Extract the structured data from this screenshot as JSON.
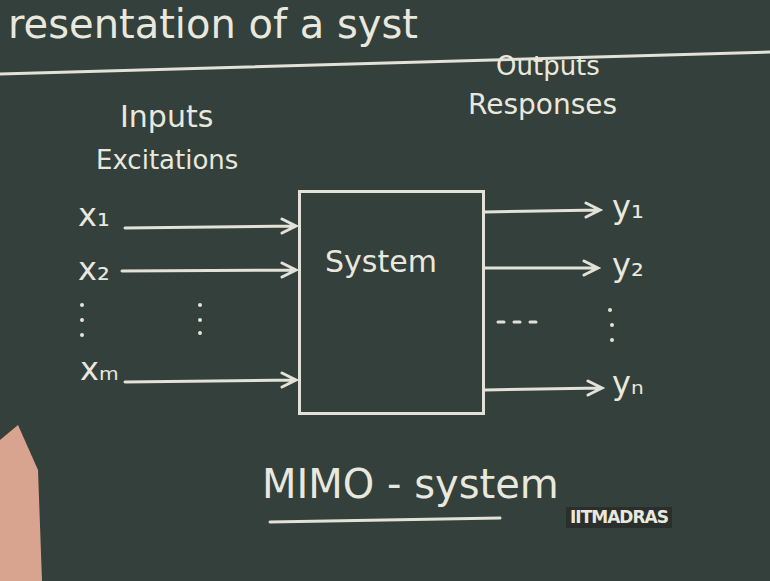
{
  "diagram": {
    "title": "resentation of a syst",
    "caption": "MIMO - system",
    "nodes": [
      {
        "text": [
          "System"
        ]
      }
    ],
    "labels": [
      "Inputs",
      "Excitations",
      "Outputs",
      "Responses",
      "x₁",
      "x₂",
      "xₘ",
      "y₁",
      "y₂",
      "yₙ",
      "IITMADRAS"
    ]
  }
}
